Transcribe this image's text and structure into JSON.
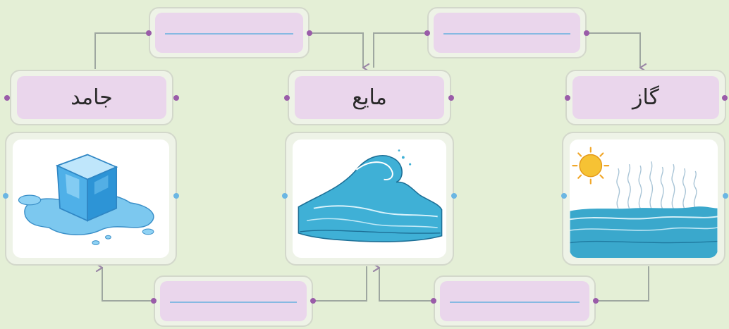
{
  "states": {
    "solid": {
      "label": "جامد",
      "image": "ice-cube-melting"
    },
    "liquid": {
      "label": "مایع",
      "image": "ocean-wave"
    },
    "gas": {
      "label": "گاز",
      "image": "sun-evaporating-sea"
    }
  },
  "blanks": {
    "solid_to_liquid": "",
    "gas_to_liquid": "",
    "liquid_to_solid": "",
    "gas_to_solid": ""
  },
  "colors": {
    "background": "#e4efd6",
    "label_fill": "#ead6ec",
    "connector": "#9ea7a0",
    "node_dot": "#9a5ca9",
    "image_dot": "#6bb6e3",
    "answer_line": "#86b9e2"
  }
}
